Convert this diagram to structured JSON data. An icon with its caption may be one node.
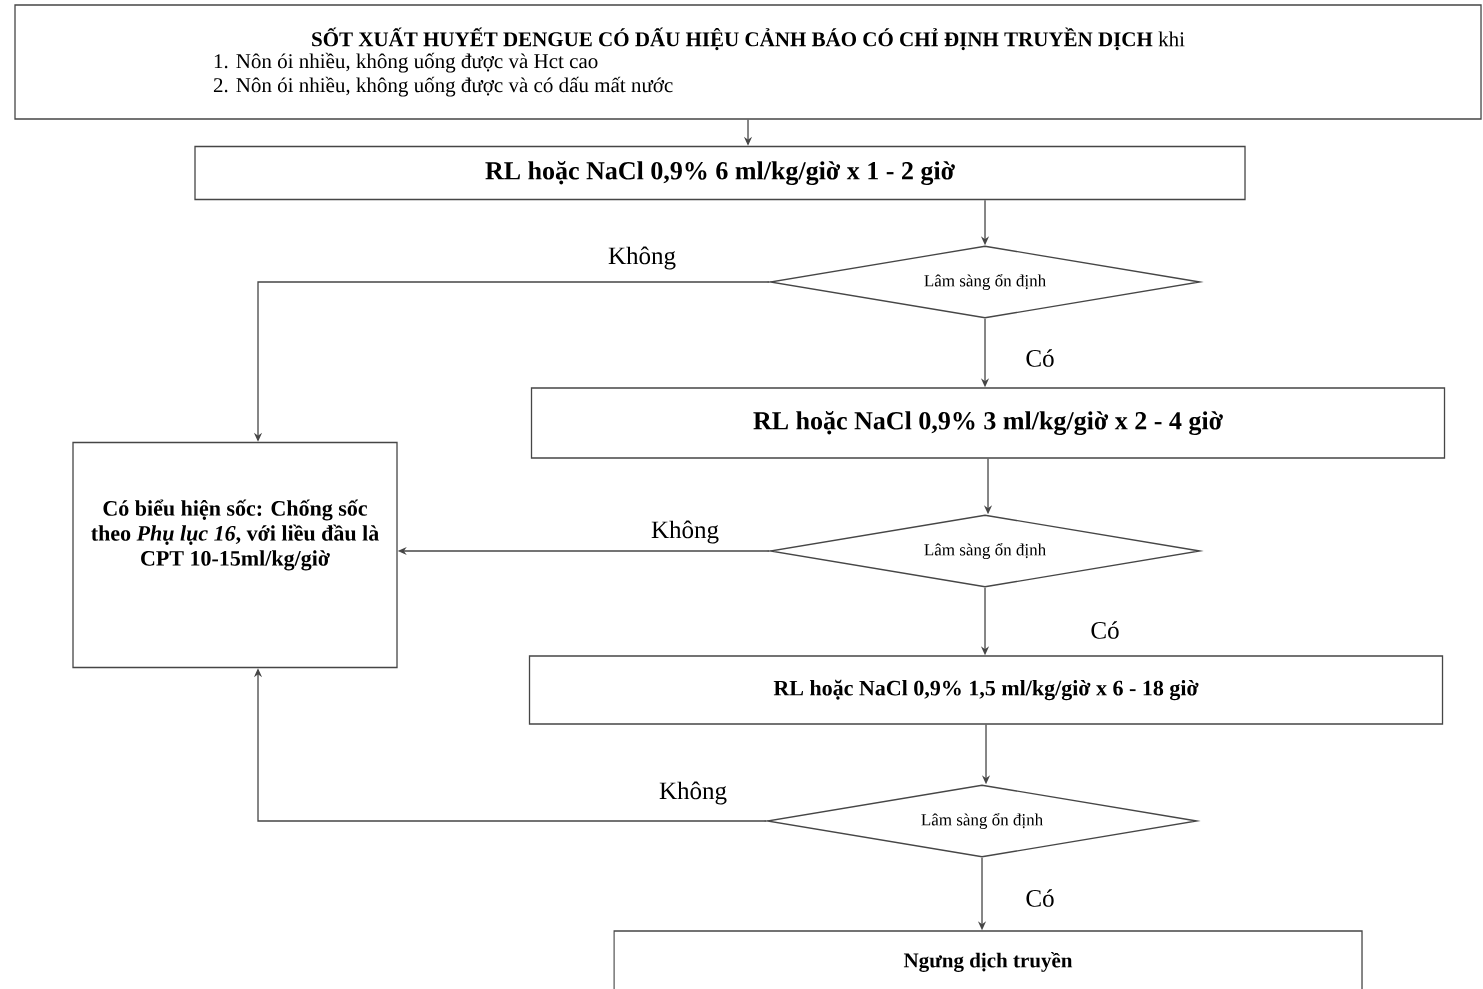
{
  "diagram": {
    "nodes": [
      {
        "text": [
          "**SỐT XUẤT HUYẾT DENGUE CÓ DẤU HIỆU CẢNH BÁO CÓ CHỈ ĐỊNH TRUYỀN DỊCH** khi",
          "1. Nôn ói nhiều, không uống được và Hct cao",
          "2. Nôn ói nhiều, không uống được và có dấu mất nước"
        ]
      },
      {
        "text": [
          "RL hoặc NaCl 0,9% 6 ml/kg/giờ x 1 - 2 giờ"
        ]
      },
      {
        "text": [
          "Lâm sàng ổn định"
        ]
      },
      {
        "text": [
          "RL hoặc NaCl 0,9% 3 ml/kg/giờ x 2 - 4  giờ"
        ]
      },
      {
        "text": [
          "Có biểu hiện sốc: Chống sốc theo *Phụ lục 16*, với liều đầu là CPT 10-15ml/kg/giờ"
        ]
      },
      {
        "text": [
          "Lâm sàng ổn định"
        ]
      },
      {
        "text": [
          "RL hoặc NaCl 0,9% 1,5 ml/kg/giờ x 6 - 18 giờ"
        ]
      },
      {
        "text": [
          "Lâm sàng ổn định"
        ]
      },
      {
        "text": [
          "Ngưng dịch truyền"
        ]
      }
    ],
    "edges": [
      {
        "from": 0,
        "to": 1,
        "arrow": "to"
      },
      {
        "from": 1,
        "to": 2,
        "arrow": "to"
      },
      {
        "from": 2,
        "to": 4,
        "arrow": "to",
        "label": "Không"
      },
      {
        "from": 2,
        "to": 3,
        "arrow": "to",
        "label": "Có"
      },
      {
        "from": 3,
        "to": 5,
        "arrow": "to"
      },
      {
        "from": 5,
        "to": 4,
        "arrow": "to",
        "label": "Không"
      },
      {
        "from": 5,
        "to": 6,
        "arrow": "to",
        "label": "Có"
      },
      {
        "from": 6,
        "to": 7,
        "arrow": "to"
      },
      {
        "from": 7,
        "to": 4,
        "arrow": "to",
        "label": "Không"
      },
      {
        "from": 7,
        "to": 8,
        "arrow": "to",
        "label": "Có"
      }
    ]
  }
}
